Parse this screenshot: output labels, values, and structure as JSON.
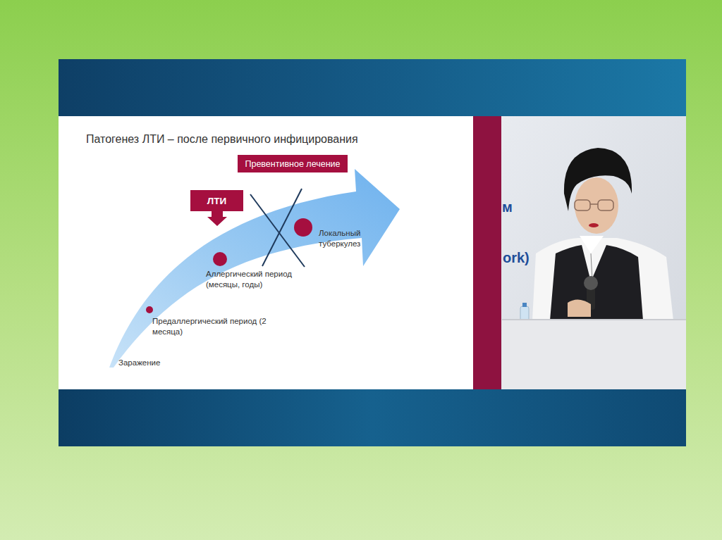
{
  "diagram": {
    "title": "Патогенез ЛТИ – после первичного инфицирования",
    "nodes": [
      {
        "text": [
          "Превентивное лечение"
        ]
      },
      {
        "text": [
          "ЛТИ"
        ]
      },
      {
        "text": [
          "Предаллергический период (2 месяца)"
        ]
      },
      {
        "text": [
          "Аллергический период (месяцы, годы)"
        ]
      },
      {
        "text": [
          "Локальный туберкулез"
        ]
      }
    ],
    "labels": [
      "Заражение",
      "м",
      "ork)"
    ]
  }
}
